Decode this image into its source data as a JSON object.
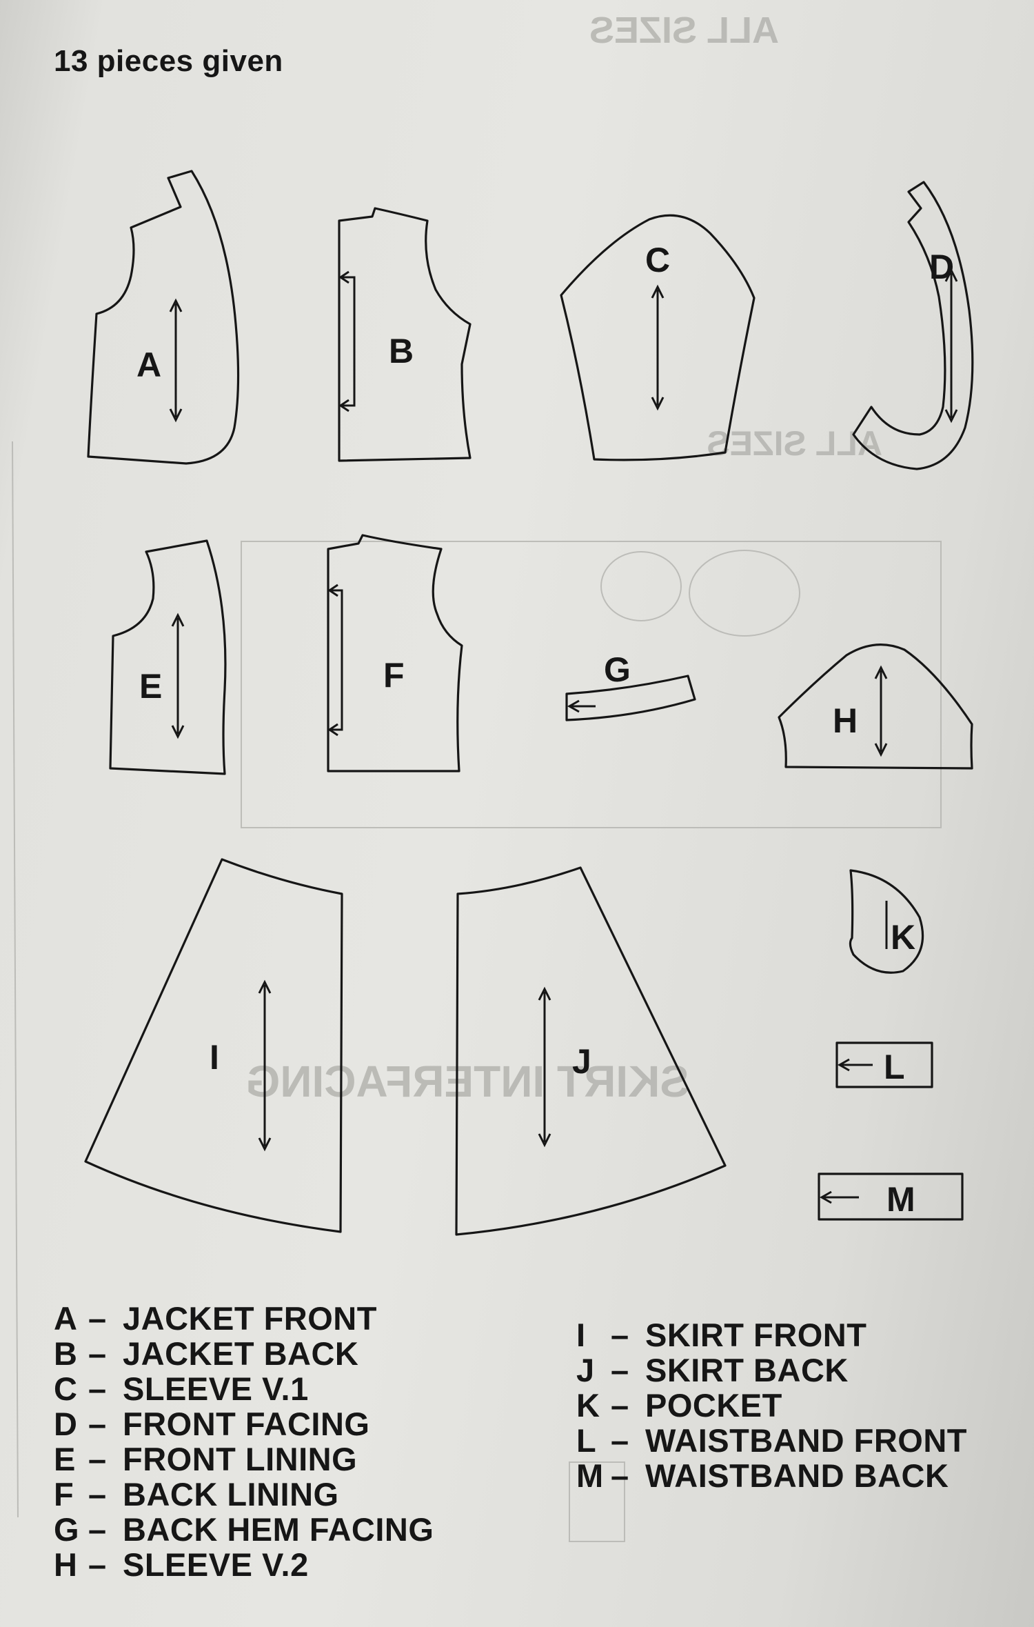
{
  "header": {
    "pieces_given": "13 pieces given"
  },
  "pieces": [
    {
      "id": "A",
      "name": "JACKET FRONT"
    },
    {
      "id": "B",
      "name": "JACKET BACK"
    },
    {
      "id": "C",
      "name": "SLEEVE V.1"
    },
    {
      "id": "D",
      "name": "FRONT FACING"
    },
    {
      "id": "E",
      "name": "FRONT LINING"
    },
    {
      "id": "F",
      "name": "BACK LINING"
    },
    {
      "id": "G",
      "name": "BACK HEM FACING"
    },
    {
      "id": "H",
      "name": "SLEEVE V.2"
    },
    {
      "id": "I",
      "name": "SKIRT FRONT"
    },
    {
      "id": "J",
      "name": "SKIRT BACK"
    },
    {
      "id": "K",
      "name": "POCKET"
    },
    {
      "id": "L",
      "name": "WAISTBAND FRONT"
    },
    {
      "id": "M",
      "name": "WAISTBAND BACK"
    }
  ],
  "legend": {
    "separator": "–",
    "left": [
      {
        "code": "A",
        "name": "JACKET FRONT"
      },
      {
        "code": "B",
        "name": "JACKET BACK"
      },
      {
        "code": "C",
        "name": "SLEEVE V.1"
      },
      {
        "code": "D",
        "name": "FRONT FACING"
      },
      {
        "code": "E",
        "name": "FRONT LINING"
      },
      {
        "code": "F",
        "name": "BACK LINING"
      },
      {
        "code": "G",
        "name": "BACK HEM FACING"
      },
      {
        "code": "H",
        "name": "SLEEVE V.2"
      }
    ],
    "right": [
      {
        "code": "I",
        "name": "SKIRT FRONT"
      },
      {
        "code": "J",
        "name": "SKIRT BACK"
      },
      {
        "code": "K",
        "name": "POCKET"
      },
      {
        "code": "L",
        "name": "WAISTBAND FRONT"
      },
      {
        "code": "M",
        "name": "WAISTBAND BACK"
      }
    ]
  },
  "show_through": {
    "top_right": "ALL SIZES",
    "middle": "ALL SIZES",
    "skirt": "SKIRT INTERFACING"
  },
  "colors": {
    "paper": "#e3e3df",
    "ink": "#161616",
    "show_through": "#b6b6b2"
  }
}
